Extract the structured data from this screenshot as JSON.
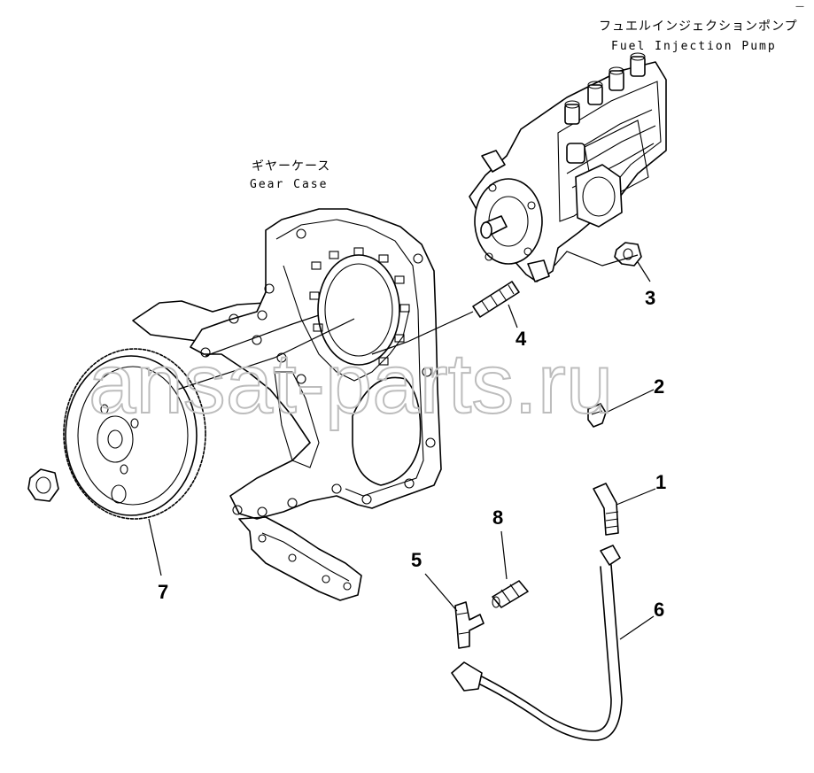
{
  "labels": {
    "pump_jp": "フュエルインジェクションポンプ",
    "pump_en": "Fuel Injection Pump",
    "case_jp": "ギヤーケース",
    "case_en": "Gear Case",
    "corner_mark": "—"
  },
  "callouts": [
    "1",
    "2",
    "3",
    "4",
    "5",
    "6",
    "7",
    "8"
  ],
  "watermark": "ansat-parts.ru",
  "colors": {
    "line": "#000000",
    "watermark": "#bdbdbd",
    "background": "#ffffff"
  }
}
